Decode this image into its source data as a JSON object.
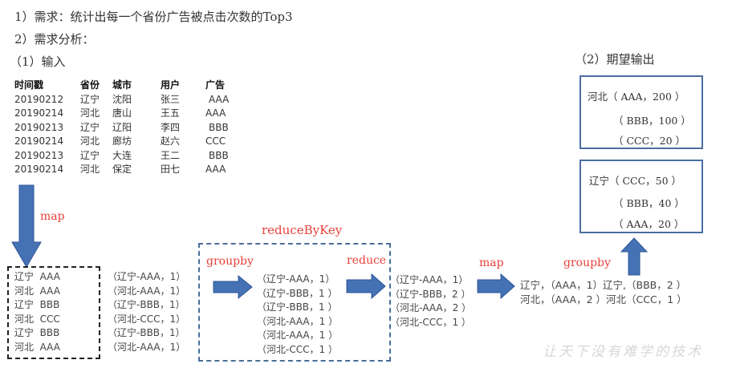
{
  "heading": {
    "line1": "1）需求：统计出每一个省份广告被点击次数的Top3",
    "line2": "2）需求分析：",
    "input_label": "（1）输入",
    "output_label": "（2）期望输出"
  },
  "input_table": {
    "columns": [
      "时间戳",
      "省份",
      "城市",
      "用户",
      "广告"
    ],
    "rows": [
      [
        "20190212",
        "辽宁",
        "沈阳",
        "张三",
        "AAA"
      ],
      [
        "20190214",
        "河北",
        "唐山",
        "王五",
        "AAA"
      ],
      [
        "20190213",
        "辽宁",
        "辽阳",
        "李四",
        "BBB"
      ],
      [
        "20190214",
        "河北",
        "廊坊",
        "赵六",
        "CCC"
      ],
      [
        "20190213",
        "辽宁",
        "大连",
        "王二",
        "BBB"
      ],
      [
        "20190214",
        "河北",
        "保定",
        "田七",
        "AAA"
      ]
    ]
  },
  "steps": {
    "map1": "map",
    "reduce_by_key": "reduceByKey",
    "groupby1": "groupby",
    "reduce": "reduce",
    "map2": "map",
    "groupby2": "groupby"
  },
  "mapped_input": [
    "辽宁  AAA",
    "河北  AAA",
    "辽宁  BBB",
    "河北  CCC",
    "辽宁  BBB",
    "河北  AAA"
  ],
  "mapped_pairs": [
    "（辽宁-AAA，1）",
    "（河北-AAA，1）",
    "（辽宁-BBB，1）",
    "（河北-CCC，1）",
    "（辽宁-BBB，1）",
    "（河北-AAA，1）"
  ],
  "grouped_pairs": [
    "（辽宁-AAA，1）",
    "（辽宁-BBB，1 ）",
    "（辽宁-BBB，1 ）",
    "（河北-AAA，1 ）",
    "（河北-AAA，1 ）",
    "（河北-CCC，1 ）"
  ],
  "reduced_pairs": [
    "（辽宁-AAA，1）",
    "（辽宁-BBB，2 ）",
    "（河北-AAA，2 ）",
    "（河北-CCC，1 ）"
  ],
  "remapped": [
    "辽宁，（AAA，1）辽宁,（BBB，2 ）",
    "河北，（AAA，2 ）河北（CCC，1 ）"
  ],
  "expected_output": [
    {
      "lines": [
        "河北（ AAA，200 ）",
        "（ BBB，100 ）",
        "（ CCC，20 ）"
      ]
    },
    {
      "lines": [
        "辽宁（ CCC，50 ）",
        "（ BBB，40 ）",
        "（ AAA，20 ）"
      ]
    }
  ],
  "watermark": "让天下没有难学的技术",
  "colors": {
    "arrow": "#4472b4",
    "label": "#e8403a",
    "box_border": "#4a6ea0"
  }
}
